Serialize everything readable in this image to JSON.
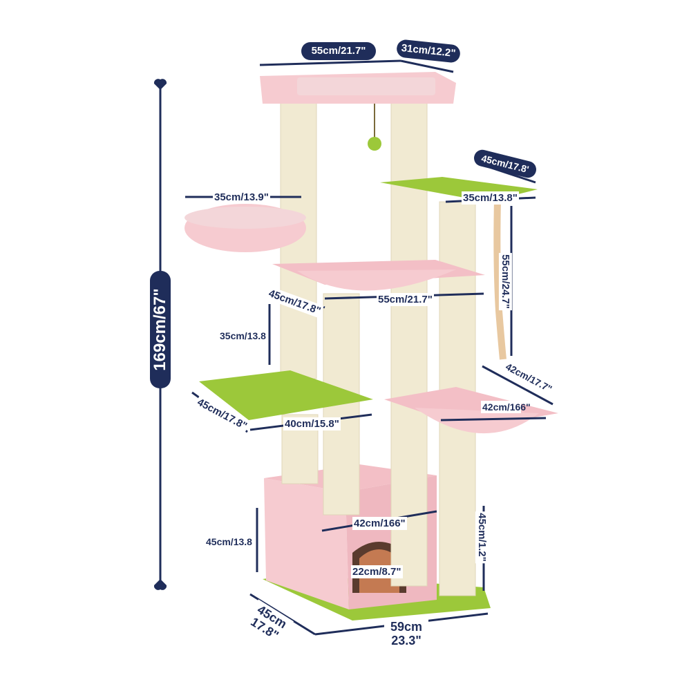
{
  "colors": {
    "accent": "#1f2d5a",
    "pink": "#f6cbd0",
    "green": "#9cc83a",
    "sisal": "#f1ead2"
  },
  "dimensions": {
    "total_height": "169cm/67\"",
    "top_width": "55cm/21.7\"",
    "top_depth": "31cm/12.2\"",
    "upper_platform_depth": "45cm/17.8'",
    "upper_platform_width": "35cm/13.8\"",
    "left_basket_width": "35cm/13.9\"",
    "rope_length": "55cm/24.7\"",
    "hammock_depth": "45cm/17.8\"",
    "hammock_width": "55cm/21.7\"",
    "left_post_height": "35cm/13.8",
    "mid_platform_depth": "45cm/17.8\"",
    "mid_platform_width": "40cm/15.8\"",
    "right_basket_depth": "42cm/17.7\"",
    "right_basket_width": "42cm/166\"",
    "condo_width": "42cm/166\"",
    "condo_height": "45cm/13.8",
    "right_post_height": "45cm/1.2\"",
    "door_width": "22cm/8.7\"",
    "base_depth": "45cm 17.8\"",
    "base_width": "59cm 23.3\""
  }
}
